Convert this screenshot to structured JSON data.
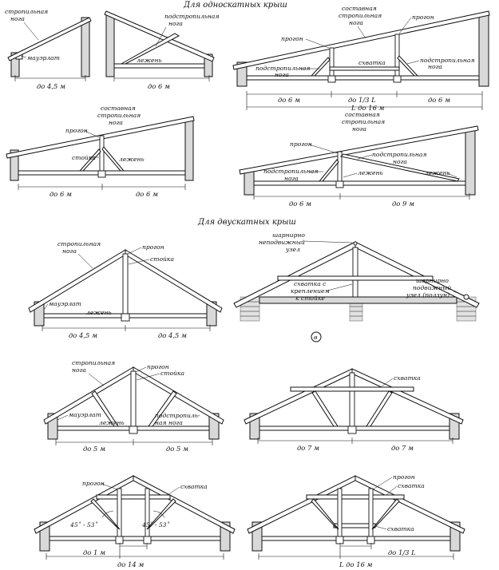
{
  "sections": {
    "mono": "Для односкатных крыш",
    "gable": "Для двускатных крыш"
  },
  "labels": {
    "rafter_leg": "стропильная",
    "leg_word": "нога",
    "mauerlat": "мауэрлат",
    "lezhen": "лежень",
    "sub_rafter_1": "подстропильная",
    "composite": "составная",
    "stropilnaya": "стропильная",
    "progon": "прогон",
    "skhvatka": "схватка",
    "stoyka": "стойка",
    "hinge_fixed_1": "шарнирно",
    "hinge_fixed_2": "неподвижный",
    "hinge_fixed_3": "узел",
    "skhvatka_c": "схватка с",
    "kreplenie": "креплением",
    "k_stoyke": "к стойке",
    "hinge_mov_1": "шарнирно",
    "hinge_mov_2": "подвижный",
    "hinge_mov_3": "узел (ползун)",
    "circle_v": "в",
    "sub_rafter_split_1": "подстропиль-",
    "sub_rafter_split_2": "ная нога",
    "angle": "45˚ - 53˚"
  },
  "dims": {
    "d45": "до 4,5 м",
    "d6": "до 6 м",
    "d13L": "до 1/3 L",
    "L16": "L до 16 м",
    "d9": "до 9 м",
    "d5": "до 5 м",
    "d7": "до 7 м",
    "d1": "до 1 м",
    "d14": "до 14 м",
    "L16b": "L до 16 м"
  }
}
